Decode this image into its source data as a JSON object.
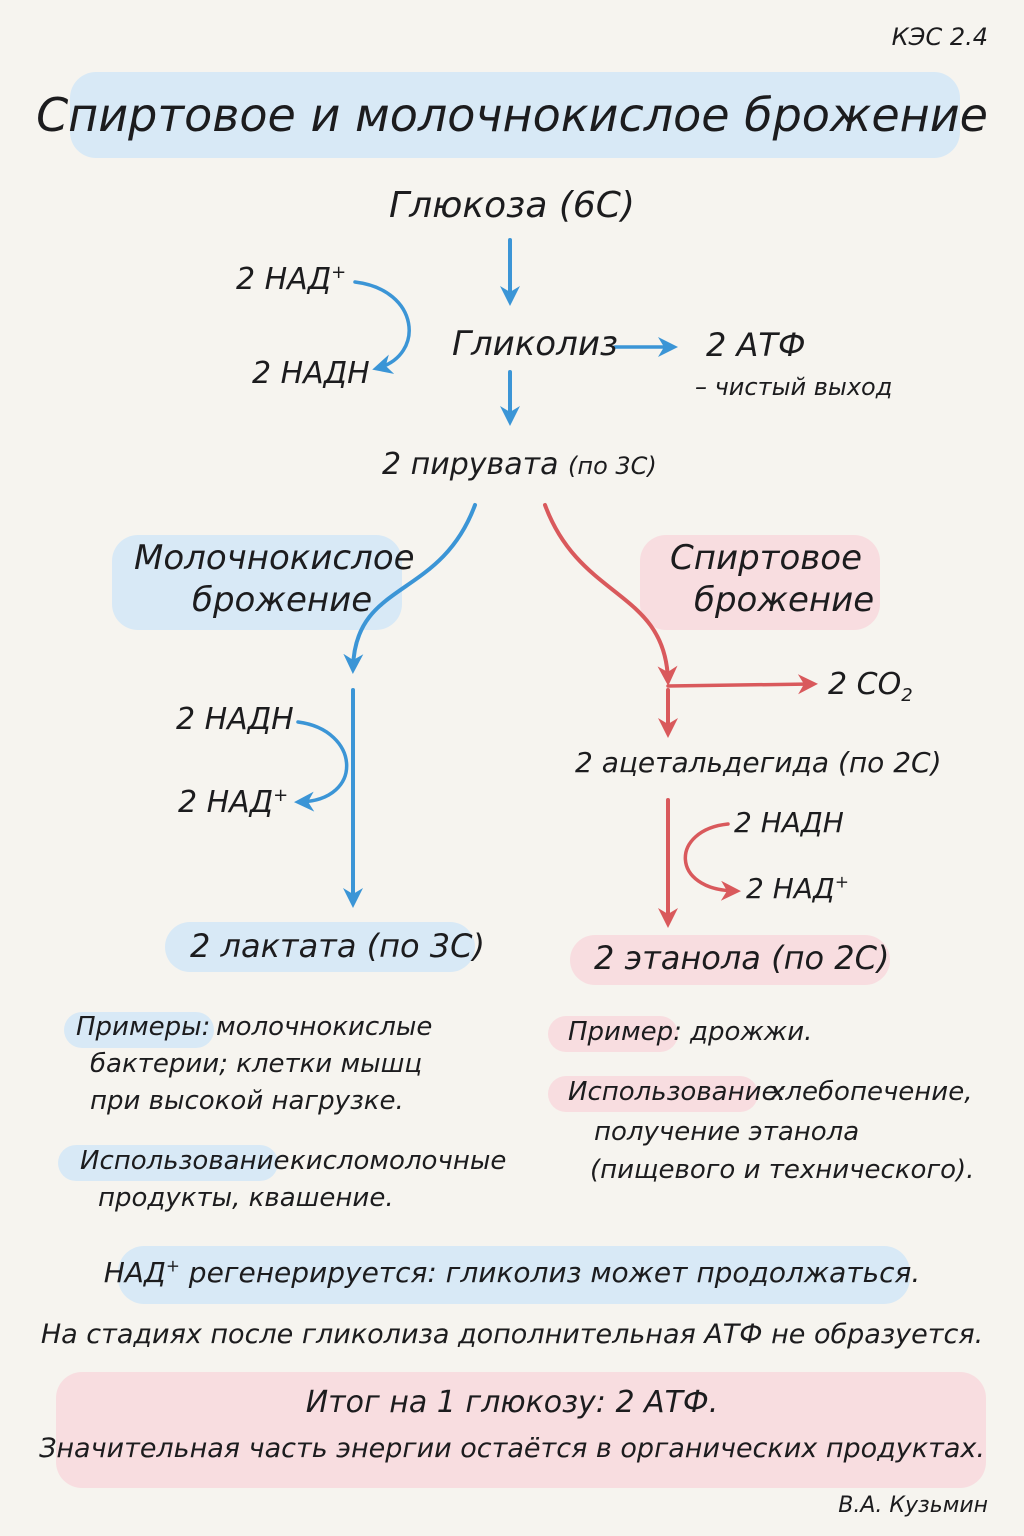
{
  "code": "КЭС 2.4",
  "title": "Спиртовое и молочнокислое брожение",
  "glucose": "Глюкоза (6С)",
  "glycolysis": {
    "nad_in": "2 НАД",
    "nad_in_sup": "+",
    "nadh_out": "2 НАДН",
    "label": "Гликолиз",
    "atp": "2 АТФ",
    "atp_note": "– чистый выход"
  },
  "pyruvate": {
    "main": "2 пирувата",
    "note": "(по 3С)"
  },
  "lactic": {
    "title_line1": "Молочнокислое",
    "title_line2": "брожение",
    "nadh_in": "2 НАДН",
    "nad_out": "2 НАД",
    "nad_out_sup": "+",
    "product": "2 лактата (по 3С)",
    "examples_label": "Примеры:",
    "examples_line1": "молочнокислые",
    "examples_line2": "бактерии; клетки мышц",
    "examples_line3": "при высокой нагрузке.",
    "usage_label": "Использование:",
    "usage_line1": "кисломолочные",
    "usage_line2": "продукты, квашение."
  },
  "alcoholic": {
    "title_line1": "Спиртовое",
    "title_line2": "брожение",
    "co2": "2 CO",
    "co2_sub": "2",
    "acetaldehyde": "2 ацетальдегида (по 2С)",
    "nadh_in": "2 НАДН",
    "nad_out": "2 НАД",
    "nad_out_sup": "+",
    "product": "2 этанола (по 2С)",
    "example_label": "Пример:",
    "example_value": "дрожжи.",
    "usage_label": "Использование:",
    "usage_line1": "хлебопечение,",
    "usage_line2": "получение этанола",
    "usage_line3": "(пищевого и технического)."
  },
  "notes": {
    "regen_prefix": "НАД",
    "regen_sup": "+",
    "regen_rest": " регенерируется: гликолиз может продолжаться.",
    "no_atp": "На стадиях после гликолиза дополнительная АТФ не образуется.",
    "total_line1": "Итог на 1 глюкозу: 2 АТФ.",
    "total_line2": "Значительная часть энергии остаётся в органических продуктах."
  },
  "author": "В.А. Кузьмин",
  "colors": {
    "blue": "#3b95d6",
    "red": "#d9595c",
    "blue_highlight": "#d8e9f6",
    "red_highlight": "#f8dde0"
  }
}
